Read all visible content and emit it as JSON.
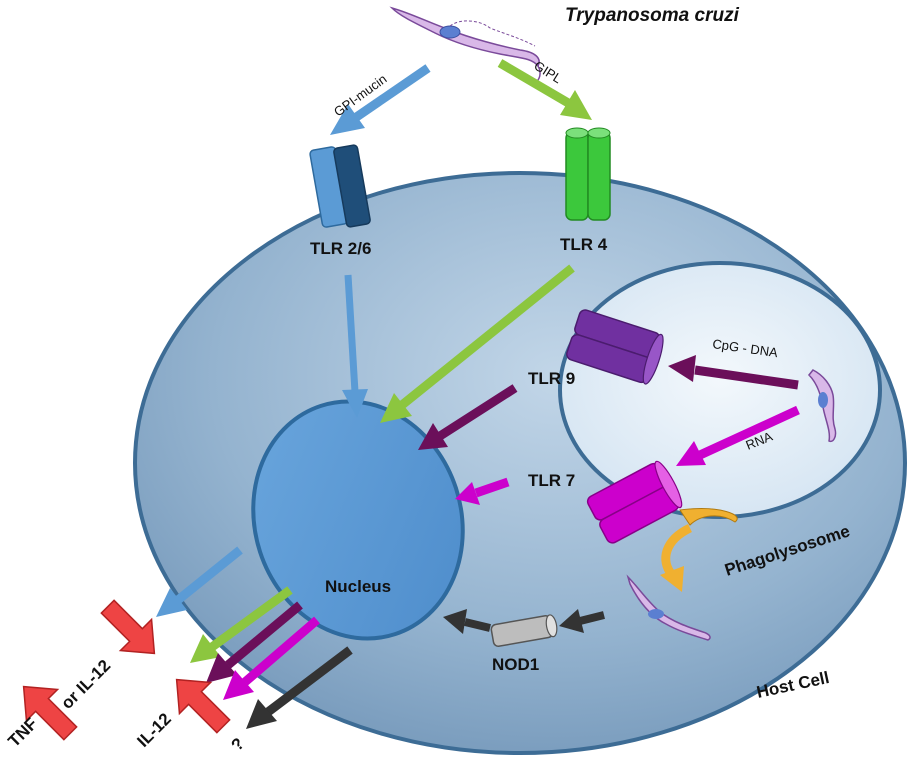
{
  "title": "Trypanosoma cruzi",
  "ligands": {
    "gpi_mucin": "GPI-mucin",
    "gipl": "GIPL",
    "cpg_dna": "CpG - DNA",
    "rna": "RNA"
  },
  "receptors": {
    "tlr26": "TLR 2/6",
    "tlr4": "TLR 4",
    "tlr9": "TLR 9",
    "tlr7": "TLR 7",
    "nod1": "NOD1"
  },
  "compartments": {
    "nucleus": "Nucleus",
    "phagolysosome": "Phagolysosome",
    "host_cell": "Host Cell"
  },
  "outputs": {
    "tnf": "TNF",
    "or_il12": "or IL-12",
    "il12": "IL-12",
    "unknown": "?"
  },
  "colors": {
    "tlr26_arrow": "#5b9bd5",
    "tlr4_arrow": "#8cc63f",
    "tlr9_arrow": "#6b0f5a",
    "tlr7_arrow": "#cc00cc",
    "nod1_arrow": "#333333",
    "up_down_arrow": "#ee4444",
    "cell_fill": "#8fb0cc",
    "nucleus_fill": "#5b9bd5",
    "phagolysosome_fill": "#e3edf7",
    "tlr4_receptor": "#3cc83c",
    "tlr9_receptor": "#7030a0",
    "tlr7_receptor": "#cc00cc",
    "nod1_receptor": "#bdbdbd",
    "orange_arrow": "#f0b030"
  },
  "icons": [
    "trypanosome-icon",
    "receptor-cylinder-icon",
    "up-arrow-icon",
    "down-arrow-icon"
  ]
}
